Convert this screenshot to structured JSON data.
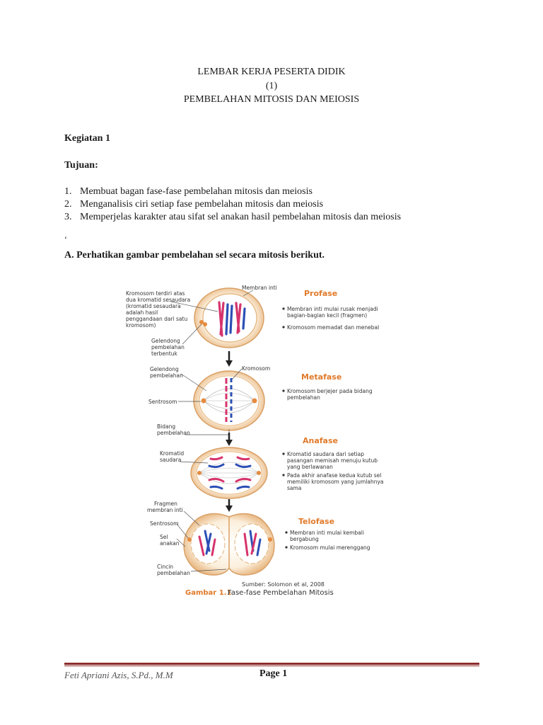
{
  "header": {
    "line1": "LEMBAR KERJA PESERTA DIDIK",
    "line2": "(1)",
    "line3": "PEMBELAHAN MITOSIS DAN MEIOSIS"
  },
  "kegiatan": "Kegiatan 1",
  "tujuan_label": "Tujuan:",
  "tujuan_items": [
    {
      "num": "1.",
      "text": "Membuat bagan fase-fase pembelahan mitosis dan meiosis"
    },
    {
      "num": "2.",
      "text": "Menganalisis ciri setiap fase pembelahan mitosis dan meiosis"
    },
    {
      "num": "3.",
      "text": "Memperjelas karakter atau sifat sel anakan hasil pembelahan mitosis dan meiosis"
    }
  ],
  "stray_mark": "‘",
  "section_a": "A. Perhatikan gambar pembelahan sel secara mitosis berikut.",
  "figure": {
    "profase": {
      "title": "Profase",
      "left_labels": [
        "Kromosom terdiri atas",
        "dua kromatid sesaudara",
        "(kromatid sesaudara",
        "adalah hasil",
        "penggandaan dari satu",
        "kromosom)"
      ],
      "top_label": "Membran inti",
      "bottom_labels": [
        "Gelendong",
        "pembelahan",
        "terbentuk"
      ],
      "bullets": [
        [
          "Membran inti mulai rusak menjadi",
          "bagian-bagian kecil (fragmen)"
        ],
        [
          "Kromosom memadat dan menebal"
        ]
      ]
    },
    "metafase": {
      "title": "Metafase",
      "label_gelendong": [
        "Gelendong",
        "pembelahan"
      ],
      "label_kromosom": "Kromosom",
      "label_sentrosom": "Sentrosom",
      "label_bidang": [
        "Bidang",
        "pembelahan"
      ],
      "bullets": [
        [
          "Kromosom berjejer pada bidang",
          "pembelahan"
        ]
      ]
    },
    "anafase": {
      "title": "Anafase",
      "label_kromatid": [
        "Kromatid",
        "saudara"
      ],
      "bullets": [
        [
          "Kromatid saudara dari setiap",
          "pasangan memisah menuju kutub",
          "yang berlawanan"
        ],
        [
          "Pada akhir anafase kedua kutub sel",
          "memiliki kromosom yang jumlahnya",
          "sama"
        ]
      ]
    },
    "telofase": {
      "title": "Telofase",
      "label_fragmen": [
        "Fragmen",
        "membran inti"
      ],
      "label_sentrosom": "Sentrosom",
      "label_sel": [
        "Sel",
        "anakan"
      ],
      "label_cincin": [
        "Cincin",
        "pembelahan"
      ],
      "bullets": [
        [
          "Membran inti mulai kembali",
          "bergabung"
        ],
        [
          "Kromosom mulai merenggang"
        ]
      ]
    },
    "source": "Sumber: Solomon et al, 2008",
    "caption_num": "Gambar 1.1",
    "caption_text": "Fase-fase Pembelahan Mitosis",
    "colors": {
      "title": "#e07a2a",
      "chromosome_blue": "#2c4fb5",
      "chromosome_pink": "#d6336c",
      "cell_fill": "#fdf3e2",
      "cell_edge": "#e3b27a"
    }
  },
  "footer": {
    "author": "Feti Apriani Azis, S.Pd., M.M",
    "page": "Page 1"
  }
}
